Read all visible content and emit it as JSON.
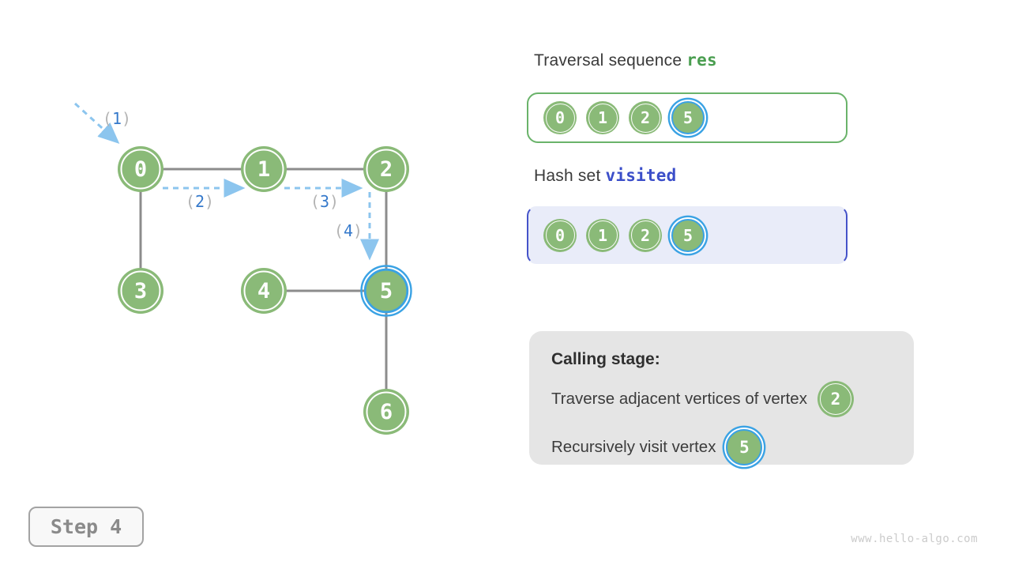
{
  "palette": {
    "node_green": "#8aba78",
    "edge_gray": "#8c8c8c",
    "dash_blue": "#8cc5ee",
    "step_number_blue": "#3579cb",
    "step_paren_gray": "#b3b3b3",
    "highlight_ring_blue": "#3aa2e4",
    "res_code_green": "#4a9e50",
    "visited_code_indigo": "#3b4ec9",
    "visited_box_bg": "#e9ecf9",
    "visited_box_border": "#4553c9",
    "calling_box_bg": "#e5e5e5"
  },
  "graph": {
    "nodes": [
      {
        "label": "0"
      },
      {
        "label": "1"
      },
      {
        "label": "2"
      },
      {
        "label": "3"
      },
      {
        "label": "4"
      },
      {
        "label": "5",
        "highlighted": true
      },
      {
        "label": "6"
      }
    ],
    "edges": [
      [
        0,
        1
      ],
      [
        1,
        2
      ],
      [
        0,
        3
      ],
      [
        2,
        5
      ],
      [
        4,
        5
      ],
      [
        5,
        6
      ]
    ],
    "steps": [
      {
        "pre": "(",
        "n": "1",
        "post": ")"
      },
      {
        "pre": "(",
        "n": "2",
        "post": ")"
      },
      {
        "pre": "(",
        "n": "3",
        "post": ")"
      },
      {
        "pre": "(",
        "n": "4",
        "post": ")"
      }
    ]
  },
  "res_panel": {
    "title_prefix": "Traversal sequence ",
    "title_code": "res",
    "items": [
      "0",
      "1",
      "2",
      "5"
    ],
    "highlight_index": 3
  },
  "visited_panel": {
    "title_prefix": "Hash set ",
    "title_code": "visited",
    "items": [
      "0",
      "1",
      "2",
      "5"
    ],
    "highlight_index": 3
  },
  "calling_panel": {
    "heading": "Calling stage:",
    "line1_text": "Traverse adjacent vertices of vertex",
    "line1_node": "2",
    "line2_text": "Recursively visit vertex",
    "line2_node": "5"
  },
  "step_badge": {
    "label": "Step 4"
  },
  "watermark": "www.hello-algo.com"
}
